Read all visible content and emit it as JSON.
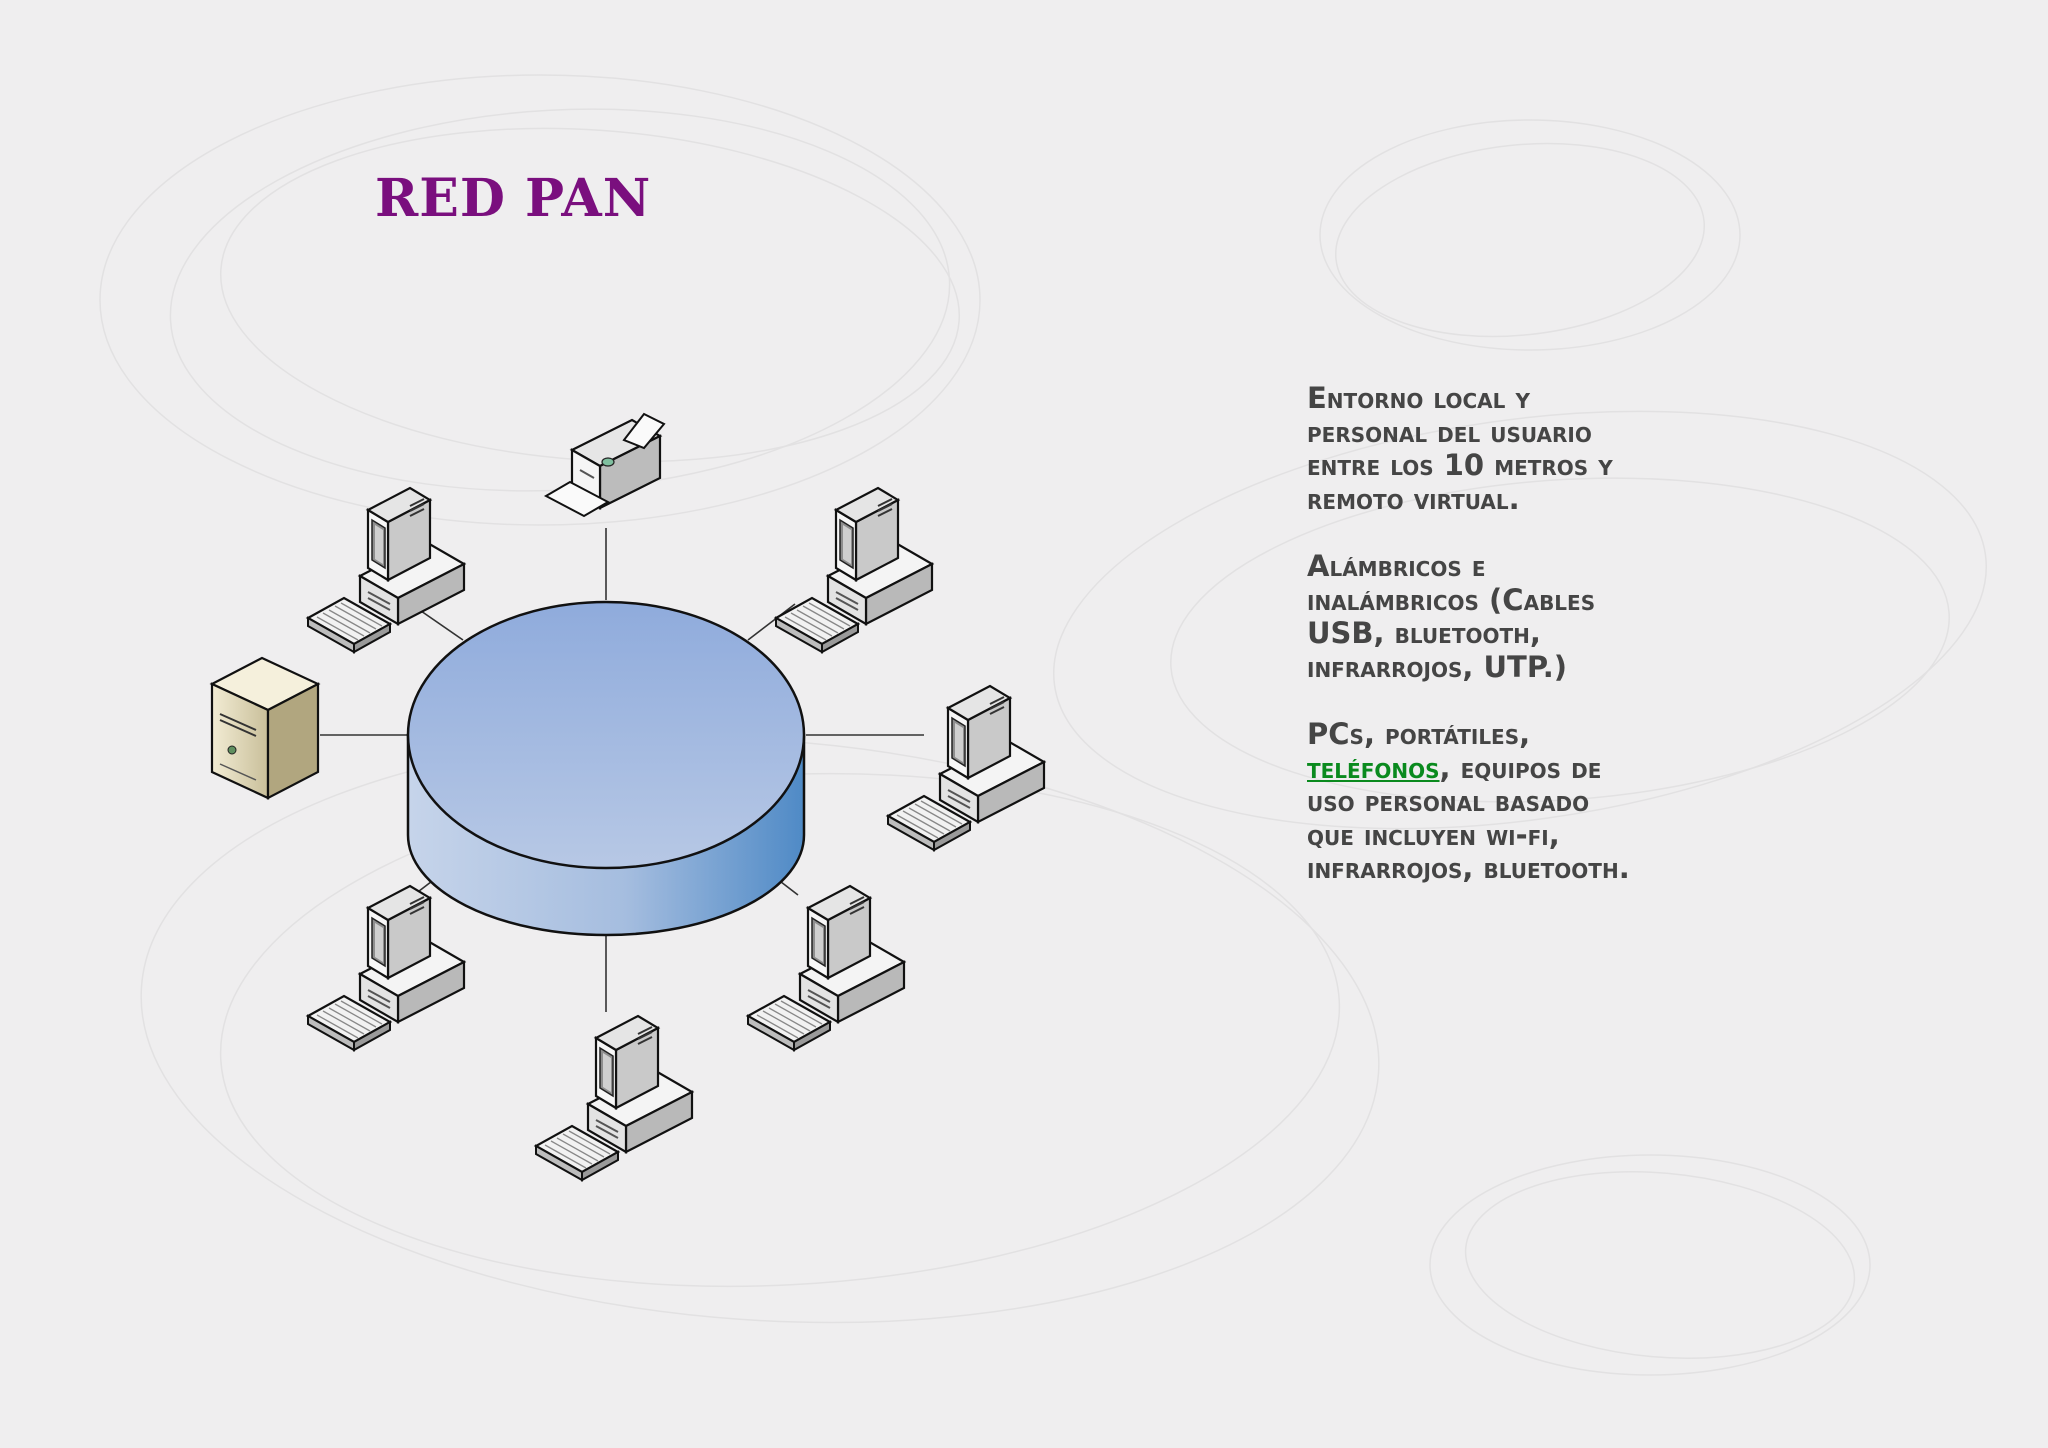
{
  "title": "RED PAN",
  "paragraphs": [
    {
      "lines": [
        "Entorno local y",
        "personal del usuario",
        "entre los 10 metros y",
        "remoto virtual."
      ]
    },
    {
      "lines": [
        "Alámbricos e",
        "inalámbricos (Cables",
        "USB, bluetooth,",
        "infrarrojos, UTP.)"
      ]
    },
    {
      "lines": [
        "PCs, portátiles,",
        "uso personal basado",
        "que incluyen wi-fi,",
        "infrarrojos, bluetooth."
      ],
      "link_line": {
        "link": "teléfonos",
        "rest": ", equipos de"
      }
    }
  ],
  "diagram": {
    "hub": "network-cloud",
    "nodes": [
      "server",
      "workstation",
      "printer",
      "workstation",
      "workstation",
      "workstation",
      "workstation",
      "workstation"
    ]
  },
  "colors": {
    "title": "#7a0f7e",
    "text": "#454545",
    "link": "#0a8a1e",
    "hub_top": "#9fb7e0",
    "hub_side": "#6a9ad0"
  }
}
